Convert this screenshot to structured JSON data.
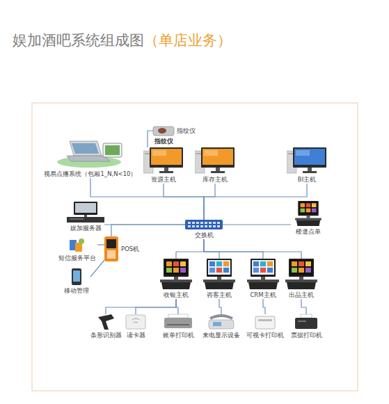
{
  "diagram": {
    "title": "娱加酒吧系统组成图",
    "nodes": [
      {
        "text": [
          "视易点播系统（包厢1_N,N<10）"
        ]
      },
      {
        "text": [
          "指纹仪"
        ]
      },
      {
        "text": [
          "资源主机"
        ]
      },
      {
        "text": [
          "库存主机"
        ]
      },
      {
        "text": [
          "BI主机"
        ]
      },
      {
        "text": [
          "娱加服务器"
        ]
      },
      {
        "text": [
          "交换机"
        ]
      },
      {
        "text": [
          "楼道点单"
        ]
      },
      {
        "text": [
          "POS机"
        ]
      },
      {
        "text": [
          "短信服务平台"
        ]
      },
      {
        "text": [
          "移动管理"
        ]
      },
      {
        "text": [
          "收银主机"
        ]
      },
      {
        "text": [
          "咨客主机"
        ]
      },
      {
        "text": [
          "CRM主机"
        ]
      },
      {
        "text": [
          "出品主机"
        ]
      },
      {
        "text": [
          "条形识别器"
        ]
      },
      {
        "text": [
          "读卡器"
        ]
      },
      {
        "text": [
          "账单打印机"
        ]
      },
      {
        "text": [
          "来电显示设备"
        ]
      },
      {
        "text": [
          "可视卡打印机"
        ]
      },
      {
        "text": [
          "票据打印机"
        ]
      }
    ],
    "edges": [
      {
        "from": 6,
        "to": 0,
        "arrow": "none"
      },
      {
        "from": 6,
        "to": 2,
        "arrow": "none"
      },
      {
        "from": 6,
        "to": 3,
        "arrow": "none"
      },
      {
        "from": 6,
        "to": 4,
        "arrow": "none"
      },
      {
        "from": 6,
        "to": 5,
        "arrow": "none"
      },
      {
        "from": 6,
        "to": 7,
        "arrow": "none"
      },
      {
        "from": 6,
        "to": 8,
        "arrow": "none"
      },
      {
        "from": 6,
        "to": 11,
        "arrow": "none"
      },
      {
        "from": 6,
        "to": 12,
        "arrow": "none"
      },
      {
        "from": 6,
        "to": 13,
        "arrow": "none"
      },
      {
        "from": 6,
        "to": 14,
        "arrow": "none"
      },
      {
        "from": 1,
        "to": 2,
        "arrow": "none"
      },
      {
        "from": 8,
        "to": 9,
        "arrow": "none"
      },
      {
        "from": 8,
        "to": 10,
        "arrow": "none"
      },
      {
        "from": 11,
        "to": 15,
        "arrow": "none"
      },
      {
        "from": 11,
        "to": 16,
        "arrow": "none"
      },
      {
        "from": 11,
        "to": 17,
        "arrow": "none"
      },
      {
        "from": 12,
        "to": 18,
        "arrow": "none"
      },
      {
        "from": 13,
        "to": 19,
        "arrow": "none"
      },
      {
        "from": 14,
        "to": 20,
        "arrow": "none"
      }
    ],
    "labels": [
      "（单店业务）",
      "指纹仪"
    ]
  }
}
